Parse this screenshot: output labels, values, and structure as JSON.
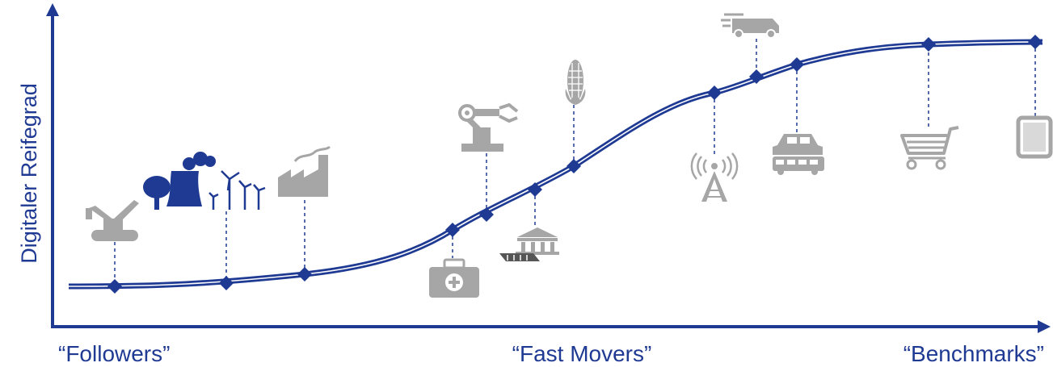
{
  "y_axis_label": "Digitaler Reifegrad",
  "x_axis_labels": {
    "left": "“Followers”",
    "center": "“Fast Movers”",
    "right": "“Benchmarks”"
  },
  "colors": {
    "curve": "#1f3a93",
    "axis": "#1f3a93",
    "icons": "#a6a6a6",
    "highlighted_icon": "#1f3a93"
  },
  "industries": [
    {
      "icon": "construction-crane-icon",
      "highlighted": false
    },
    {
      "icon": "energy-utilities-icon",
      "highlighted": true
    },
    {
      "icon": "factory-icon",
      "highlighted": false
    },
    {
      "icon": "healthcare-medical-kit-icon",
      "highlighted": false
    },
    {
      "icon": "industrial-robot-arm-icon",
      "highlighted": false
    },
    {
      "icon": "public-sector-bank-icon",
      "highlighted": false
    },
    {
      "icon": "agriculture-corn-icon",
      "highlighted": false
    },
    {
      "icon": "telecom-tower-icon",
      "highlighted": false
    },
    {
      "icon": "logistics-truck-icon",
      "highlighted": false
    },
    {
      "icon": "automotive-car-bus-icon",
      "highlighted": false
    },
    {
      "icon": "retail-shopping-cart-icon",
      "highlighted": false
    },
    {
      "icon": "tablet-device-icon",
      "highlighted": false
    }
  ]
}
